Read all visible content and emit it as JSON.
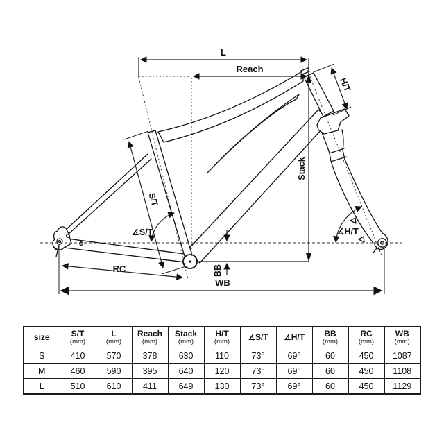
{
  "diagram": {
    "labels": {
      "L": "L",
      "reach": "Reach",
      "ht": "H/T",
      "stack": "Stack",
      "st": "S/T",
      "angle_st": "∡S/T",
      "angle_ht": "∡H/T",
      "rc": "RC",
      "bb": "BB",
      "wb": "WB"
    }
  },
  "table": {
    "headers": [
      {
        "label": "size",
        "sub": ""
      },
      {
        "label": "S/T",
        "sub": "(mm)"
      },
      {
        "label": "L",
        "sub": "(mm)"
      },
      {
        "label": "Reach",
        "sub": "(mm)"
      },
      {
        "label": "Stack",
        "sub": "(mm)"
      },
      {
        "label": "H/T",
        "sub": "(mm)"
      },
      {
        "label": "∡S/T",
        "sub": ""
      },
      {
        "label": "∡H/T",
        "sub": ""
      },
      {
        "label": "BB",
        "sub": "(mm)"
      },
      {
        "label": "RC",
        "sub": "(mm)"
      },
      {
        "label": "WB",
        "sub": "(mm)"
      }
    ],
    "rows": [
      [
        "S",
        "410",
        "570",
        "378",
        "630",
        "110",
        "73°",
        "69°",
        "60",
        "450",
        "1087"
      ],
      [
        "M",
        "460",
        "590",
        "395",
        "640",
        "120",
        "73°",
        "69°",
        "60",
        "450",
        "1108"
      ],
      [
        "L",
        "510",
        "610",
        "411",
        "649",
        "130",
        "73°",
        "69°",
        "60",
        "450",
        "1129"
      ]
    ]
  },
  "colors": {
    "line_art": "#111111",
    "dimension": "#222222",
    "background": "#ffffff"
  }
}
